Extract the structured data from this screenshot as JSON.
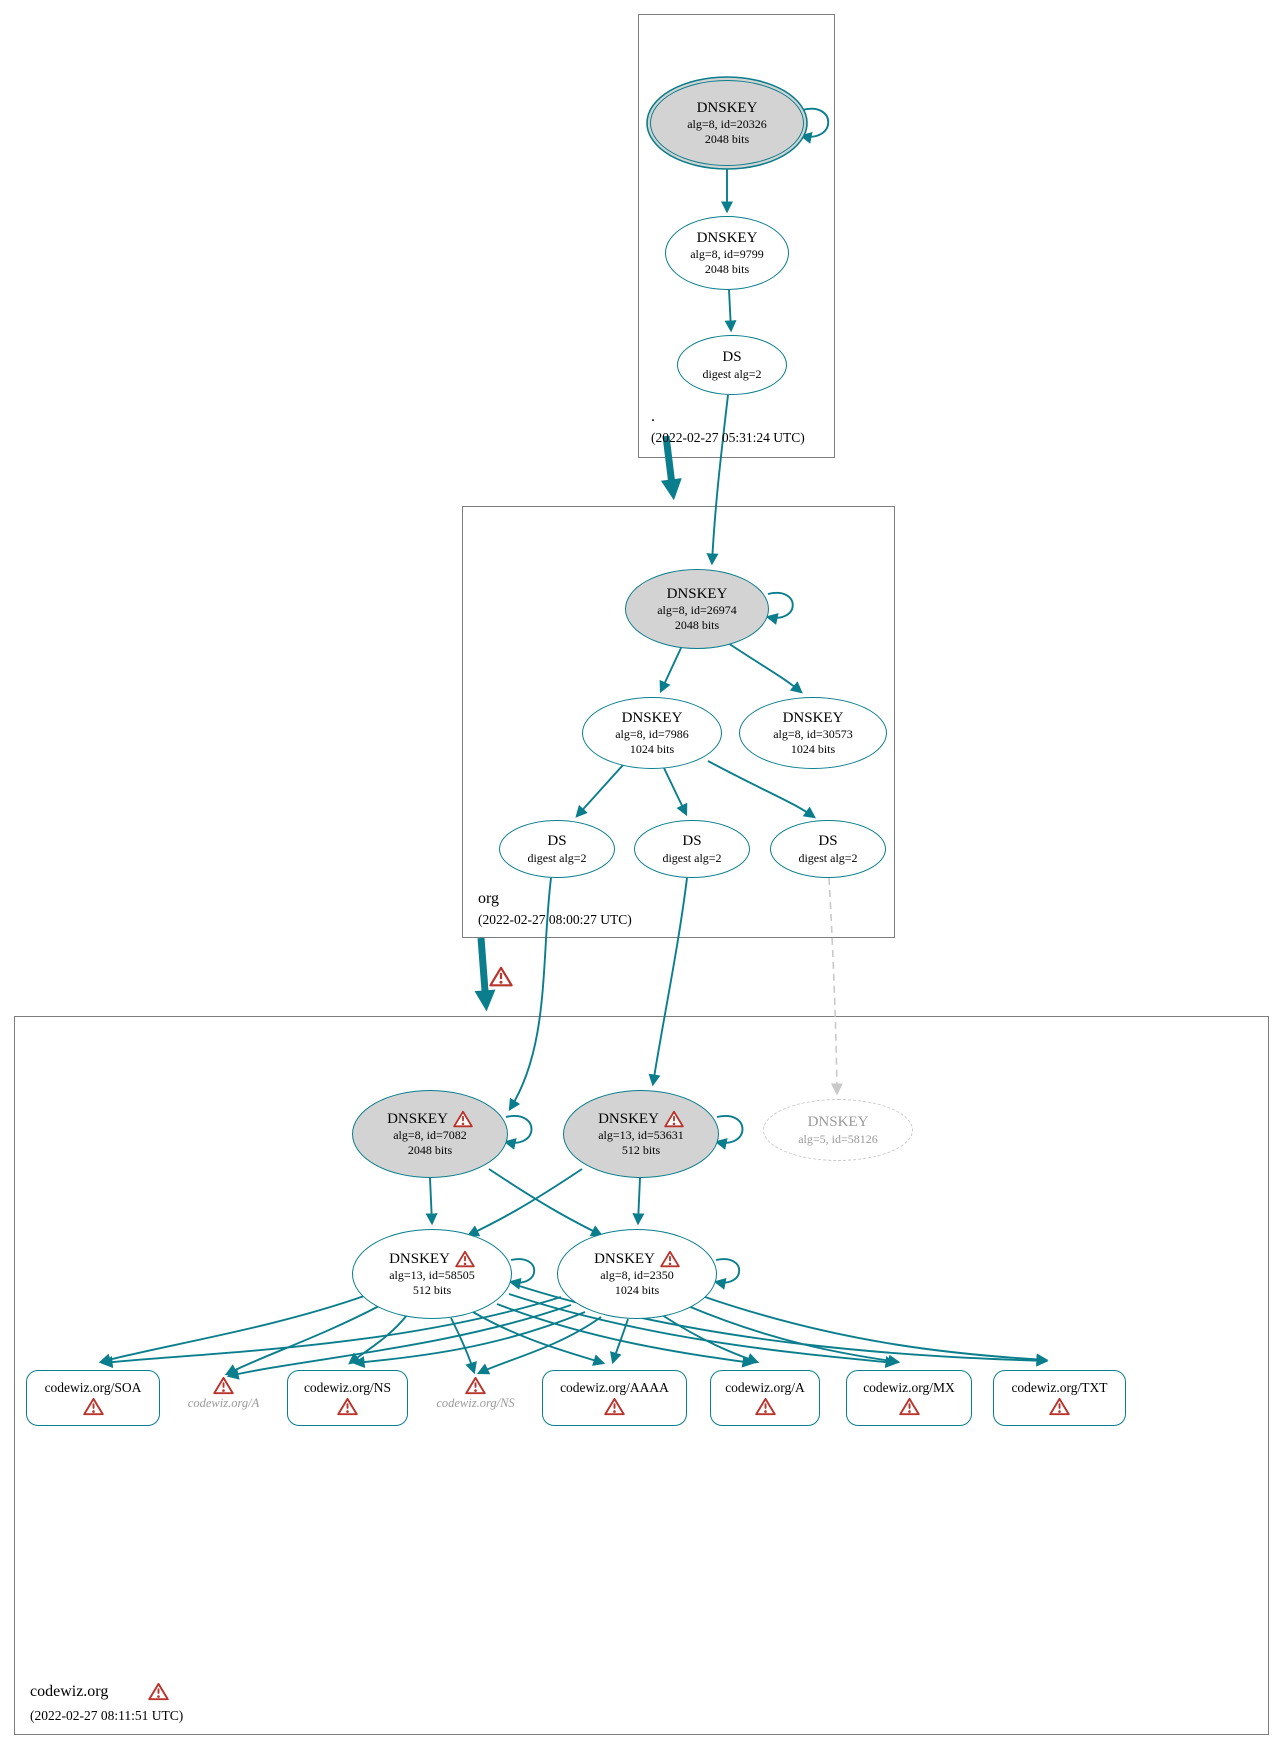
{
  "zones": {
    "root": {
      "name": ".",
      "timestamp": "(2022-02-27 05:31:24 UTC)"
    },
    "org": {
      "name": "org",
      "timestamp": "(2022-02-27 08:00:27 UTC)"
    },
    "codewiz": {
      "name": "codewiz.org",
      "timestamp": "(2022-02-27 08:11:51 UTC)"
    }
  },
  "nodes": {
    "root_ksk": {
      "label": "DNSKEY",
      "detail1": "alg=8, id=20326",
      "detail2": "2048 bits"
    },
    "root_zsk": {
      "label": "DNSKEY",
      "detail1": "alg=8, id=9799",
      "detail2": "2048 bits"
    },
    "root_ds": {
      "label": "DS",
      "detail1": "digest alg=2"
    },
    "org_ksk": {
      "label": "DNSKEY",
      "detail1": "alg=8, id=26974",
      "detail2": "2048 bits"
    },
    "org_zsk1": {
      "label": "DNSKEY",
      "detail1": "alg=8, id=7986",
      "detail2": "1024 bits"
    },
    "org_zsk2": {
      "label": "DNSKEY",
      "detail1": "alg=8, id=30573",
      "detail2": "1024 bits"
    },
    "org_ds1": {
      "label": "DS",
      "detail1": "digest alg=2"
    },
    "org_ds2": {
      "label": "DS",
      "detail1": "digest alg=2"
    },
    "org_ds3": {
      "label": "DS",
      "detail1": "digest alg=2"
    },
    "cw_ksk1": {
      "label": "DNSKEY",
      "detail1": "alg=8, id=7082",
      "detail2": "2048 bits"
    },
    "cw_ksk2": {
      "label": "DNSKEY",
      "detail1": "alg=13, id=53631",
      "detail2": "512 bits"
    },
    "cw_ghost_key": {
      "label": "DNSKEY",
      "detail1": "alg=5, id=58126"
    },
    "cw_zsk1": {
      "label": "DNSKEY",
      "detail1": "alg=13, id=58505",
      "detail2": "512 bits"
    },
    "cw_zsk2": {
      "label": "DNSKEY",
      "detail1": "alg=8, id=2350",
      "detail2": "1024 bits"
    }
  },
  "rrsets": {
    "soa": {
      "label": "codewiz.org/SOA"
    },
    "ghost_a": {
      "label": "codewiz.org/A"
    },
    "ns": {
      "label": "codewiz.org/NS"
    },
    "ghost_ns": {
      "label": "codewiz.org/NS"
    },
    "aaaa": {
      "label": "codewiz.org/AAAA"
    },
    "a": {
      "label": "codewiz.org/A"
    },
    "mx": {
      "label": "codewiz.org/MX"
    },
    "txt": {
      "label": "codewiz.org/TXT"
    }
  },
  "colors": {
    "secure_edge": "#0a7e8c",
    "insecure_edge": "#c9c9c9",
    "node_fill_sep": "#d3d3d3",
    "node_fill": "#ffffff",
    "warning": "#b8342c"
  }
}
